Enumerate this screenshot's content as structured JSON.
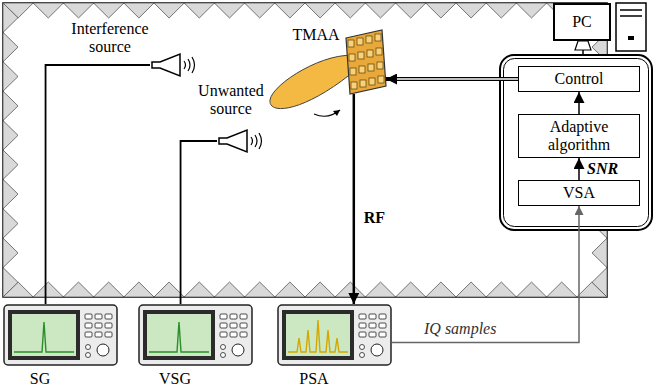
{
  "diagram": {
    "nodes": [
      {
        "text": [
          "Interference source"
        ]
      },
      {
        "text": [
          "Unwanted source"
        ]
      },
      {
        "text": [
          "TMAA"
        ]
      },
      {
        "text": [
          "SG"
        ]
      },
      {
        "text": [
          "VSG"
        ]
      },
      {
        "text": [
          "PSA"
        ]
      },
      {
        "text": [
          "PC"
        ]
      },
      {
        "text": [
          "Control"
        ]
      },
      {
        "text": [
          "Adaptive algorithm"
        ]
      },
      {
        "text": [
          "VSA"
        ]
      }
    ],
    "edges": [
      {
        "from": 3,
        "to": 0,
        "arrow": "none"
      },
      {
        "from": 4,
        "to": 1,
        "arrow": "none"
      },
      {
        "from": 2,
        "to": 5,
        "arrow": "to",
        "label": "RF"
      },
      {
        "from": 5,
        "to": 9,
        "arrow": "to",
        "label": "IQ samples"
      },
      {
        "from": 9,
        "to": 8,
        "arrow": "to",
        "label": "SNR"
      },
      {
        "from": 8,
        "to": 7,
        "arrow": "to"
      },
      {
        "from": 7,
        "to": 2,
        "arrow": "to"
      }
    ]
  }
}
